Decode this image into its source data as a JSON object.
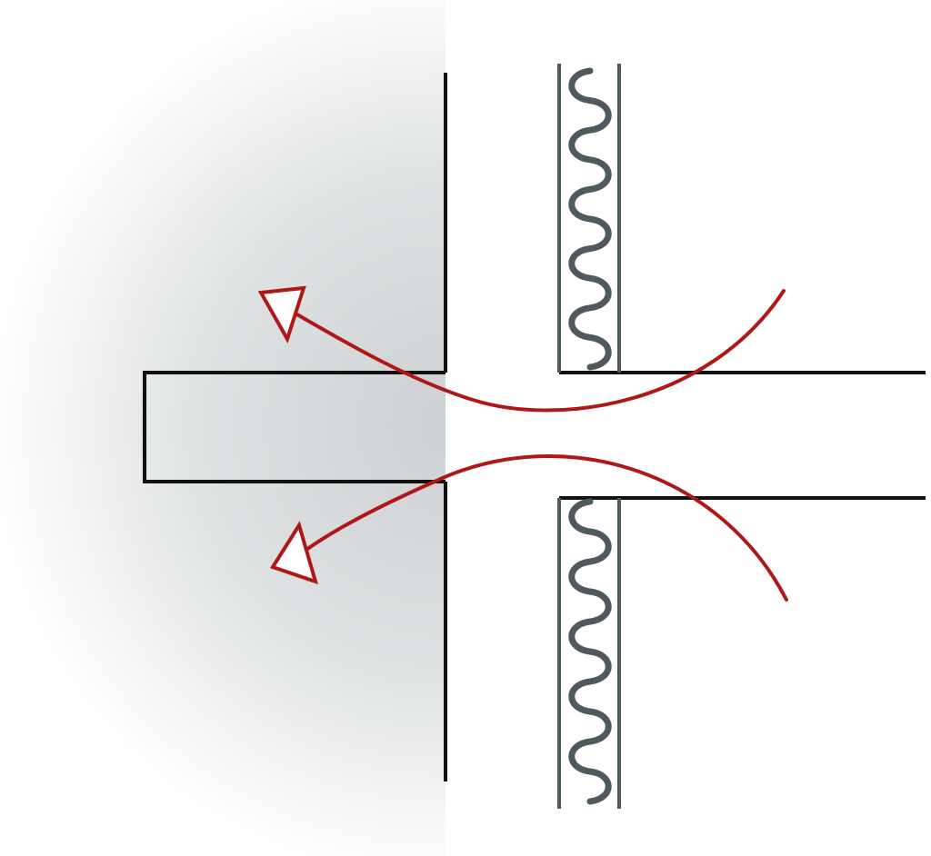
{
  "diagram": {
    "colors": {
      "background": "#ffffff",
      "shade_dark": "#cdd1d3",
      "shade_light": "#ffffff",
      "wall_outline": "#111111",
      "insulation": "#4f5a5e",
      "airflow": "#b01818"
    },
    "elements": {
      "left_wall": "shaded-wall-section",
      "duct": "rectangular-duct",
      "right_wall": "insulated-wall-section",
      "insulation": "wavy-batt-insulation",
      "airflow": "red-flow-arrows"
    },
    "airflow_arrows": [
      {
        "direction": "up-left",
        "path": "curved-flow"
      },
      {
        "direction": "down-left",
        "path": "curved-flow"
      }
    ]
  }
}
